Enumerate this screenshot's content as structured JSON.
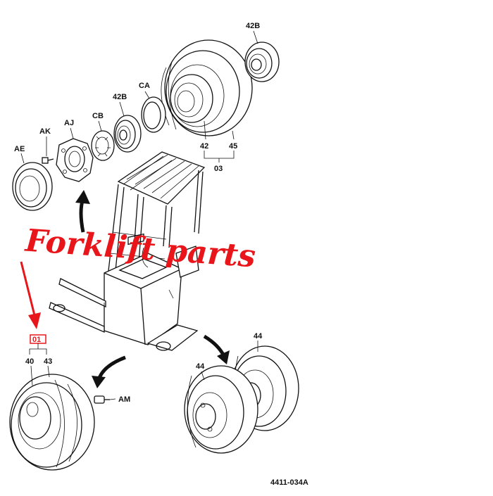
{
  "diagram": {
    "drawing_number": "4411-034A",
    "watermark_text": "Forklift  parts",
    "highlight_color": "#e8161b",
    "callouts": {
      "c42B_top": "42B",
      "c42B_mid": "42B",
      "cCA": "CA",
      "cCB": "CB",
      "cAJ": "AJ",
      "cAK": "AK",
      "cAE": "AE",
      "c42": "42",
      "c45": "45",
      "c03": "03",
      "c01": "01",
      "c40": "40",
      "c43": "43",
      "cAM": "AM",
      "c44_a": "44",
      "c44_b": "44"
    }
  }
}
